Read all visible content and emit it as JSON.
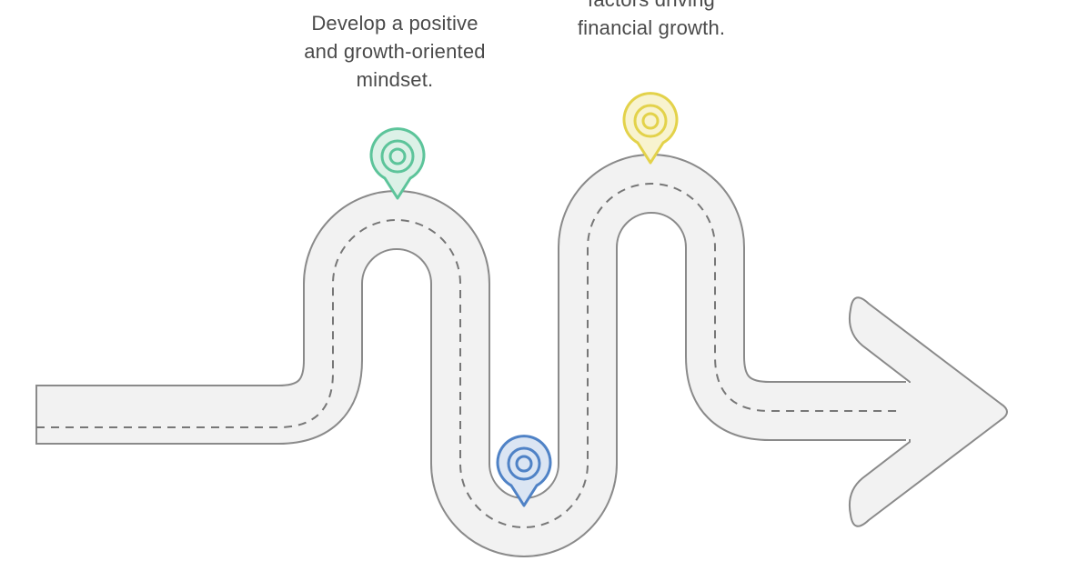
{
  "milestones": [
    {
      "id": "green",
      "color": "#5cc49a",
      "caption_lines": [
        "Develop a positive",
        "and growth-oriented",
        "mindset."
      ]
    },
    {
      "id": "blue",
      "color": "#4f82c6",
      "caption_lines": []
    },
    {
      "id": "yellow",
      "color": "#e3d24a",
      "caption_lines": [
        "factors driving",
        "financial growth."
      ]
    }
  ],
  "road": {
    "fill_color": "#f2f2f2",
    "outline_color": "#8a8a8a",
    "dash_color": "#777777"
  },
  "icons": [
    "location-pin-icon",
    "arrow-right-icon"
  ]
}
